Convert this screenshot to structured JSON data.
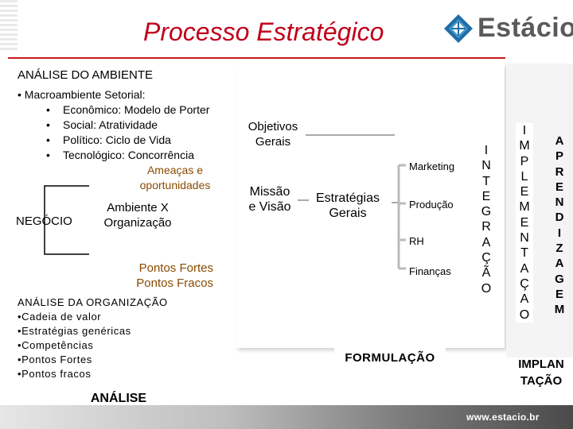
{
  "header": {
    "title": "Processo Estratégico",
    "logo_text": "Estácio"
  },
  "analise": {
    "ambiente_title": "ANÁLISE DO AMBIENTE",
    "setorial": "• Macroambiente Setorial:",
    "items": [
      "Econômico: Modelo de Porter",
      "Social: Atratividade",
      "Político: Ciclo de Vida",
      "Tecnológico: Concorrência"
    ],
    "ameacas": "Ameaças e oportunidades",
    "negocio": "NEGÓCIO",
    "ambiente_x_org": "Ambiente X Organização",
    "pontos": "Pontos Fortes Pontos Fracos",
    "org_title": "ANÁLISE DA ORGANIZAÇÃO",
    "org_items": [
      "•Cadeia de valor",
      "•Estratégias genéricas",
      "•Competências",
      "•Pontos Fortes",
      "•Pontos fracos"
    ],
    "label": "ANÁLISE"
  },
  "formulacao": {
    "objetivos": "Objetivos Gerais",
    "missao": "Missão e Visão",
    "estrategias": "Estratégias Gerais",
    "functions": [
      "Marketing",
      "Produção",
      "RH",
      "Finanças"
    ],
    "label": "FORMULAÇÃO"
  },
  "vertical": {
    "inovacao": [
      "I",
      "N",
      "T",
      "E",
      "G",
      "R",
      "A",
      "Ç",
      "Ã",
      "O"
    ],
    "implementacao": [
      "I",
      "M",
      "P",
      "L",
      "E",
      "M",
      "E",
      "N",
      "T",
      "A",
      "Ç",
      "A",
      "O"
    ],
    "aprendizagem": [
      "A",
      "P",
      "R",
      "E",
      "N",
      "D",
      "I",
      "Z",
      "A",
      "G",
      "E",
      "M"
    ],
    "implan": "IMPLAN TAÇÃO"
  },
  "footer": {
    "url": "www.estacio.br"
  }
}
